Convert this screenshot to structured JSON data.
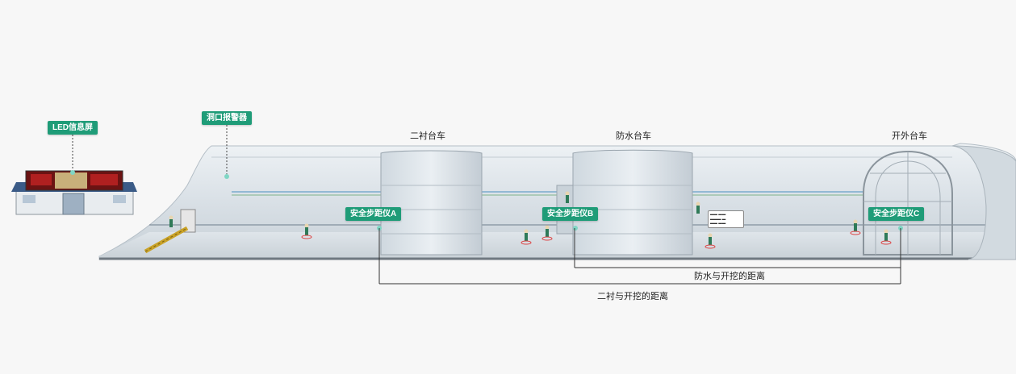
{
  "labels": {
    "led_screen": "LED信息屏",
    "portal_alarm": "洞口报警器",
    "lining_trolley": "二衬台车",
    "waterproof_trolley": "防水台车",
    "excavation_trolley": "开外台车",
    "ranger_a": "安全步距仪A",
    "ranger_b": "安全步距仪B",
    "ranger_c": "安全步距仪C",
    "dist_waterproof_excavation": "防水与开挖的距离",
    "dist_lining_excavation": "二衬与开挖的距离"
  },
  "colors": {
    "tag_bg": "#1f9c78",
    "tunnel_body": "#d6dde3",
    "tunnel_dark": "#b9c3cb",
    "background": "#f7f7f7",
    "led_red": "#9c1b1b"
  },
  "icons": {
    "worker": "worker-icon",
    "sensor": "sensor-dot-icon",
    "gate": "boom-barrier-icon",
    "building": "site-office-icon"
  }
}
